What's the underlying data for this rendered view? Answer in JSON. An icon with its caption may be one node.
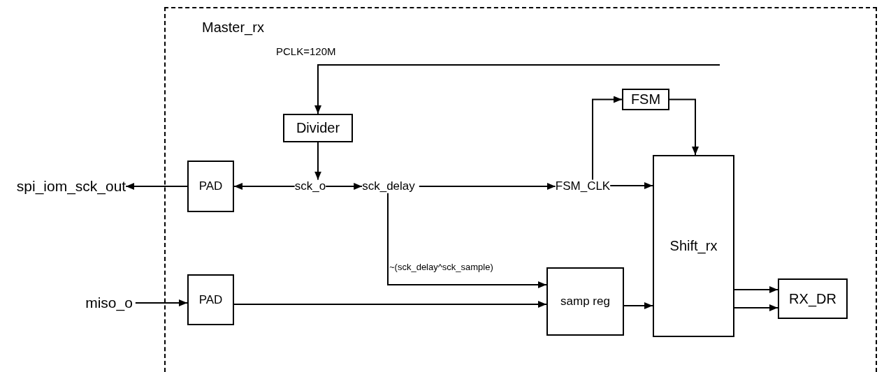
{
  "diagram": {
    "nodes": [
      {
        "text": [
          "Master_rx"
        ]
      },
      {
        "text": [
          "FSM"
        ],
        "in": 0
      },
      {
        "text": [
          "Divider"
        ],
        "in": 0
      },
      {
        "text": [
          "spi_iom_sck_out"
        ]
      },
      {
        "text": [
          "PAD"
        ],
        "in": 0
      },
      {
        "text": [
          "sck_o"
        ],
        "in": 0
      },
      {
        "text": [
          "sck_delay"
        ],
        "in": 0
      },
      {
        "text": [
          "FSM_CLK"
        ],
        "in": 0
      },
      {
        "text": [
          "Shift_rx"
        ],
        "in": 0
      },
      {
        "text": [
          "miso_o"
        ]
      },
      {
        "text": [
          "PAD"
        ],
        "in": 0
      },
      {
        "text": [
          "samp reg"
        ],
        "in": 0
      },
      {
        "text": [
          "RX_DR"
        ],
        "in": 0
      }
    ],
    "edges": [
      {
        "from": null,
        "to": 2,
        "arrow": "to",
        "label": "PCLK=120M"
      },
      {
        "from": 2,
        "to": 5,
        "arrow": "to"
      },
      {
        "from": 5,
        "to": 4,
        "arrow": "to"
      },
      {
        "from": 4,
        "to": 3,
        "arrow": "to"
      },
      {
        "from": 5,
        "to": 6,
        "arrow": "to"
      },
      {
        "from": 6,
        "to": 7,
        "arrow": "to"
      },
      {
        "from": 7,
        "to": 1,
        "arrow": "to"
      },
      {
        "from": 1,
        "to": 8,
        "arrow": "to"
      },
      {
        "from": 7,
        "to": 8,
        "arrow": "to"
      },
      {
        "from": 6,
        "to": 11,
        "arrow": "to",
        "label": "~(sck_delay^sck_sample)"
      },
      {
        "from": 9,
        "to": 10,
        "arrow": "to"
      },
      {
        "from": 10,
        "to": 11,
        "arrow": "to"
      },
      {
        "from": 11,
        "to": 8,
        "arrow": "to"
      },
      {
        "from": 8,
        "to": 12,
        "arrow": "to"
      },
      {
        "from": 8,
        "to": 12,
        "arrow": "to"
      }
    ]
  }
}
